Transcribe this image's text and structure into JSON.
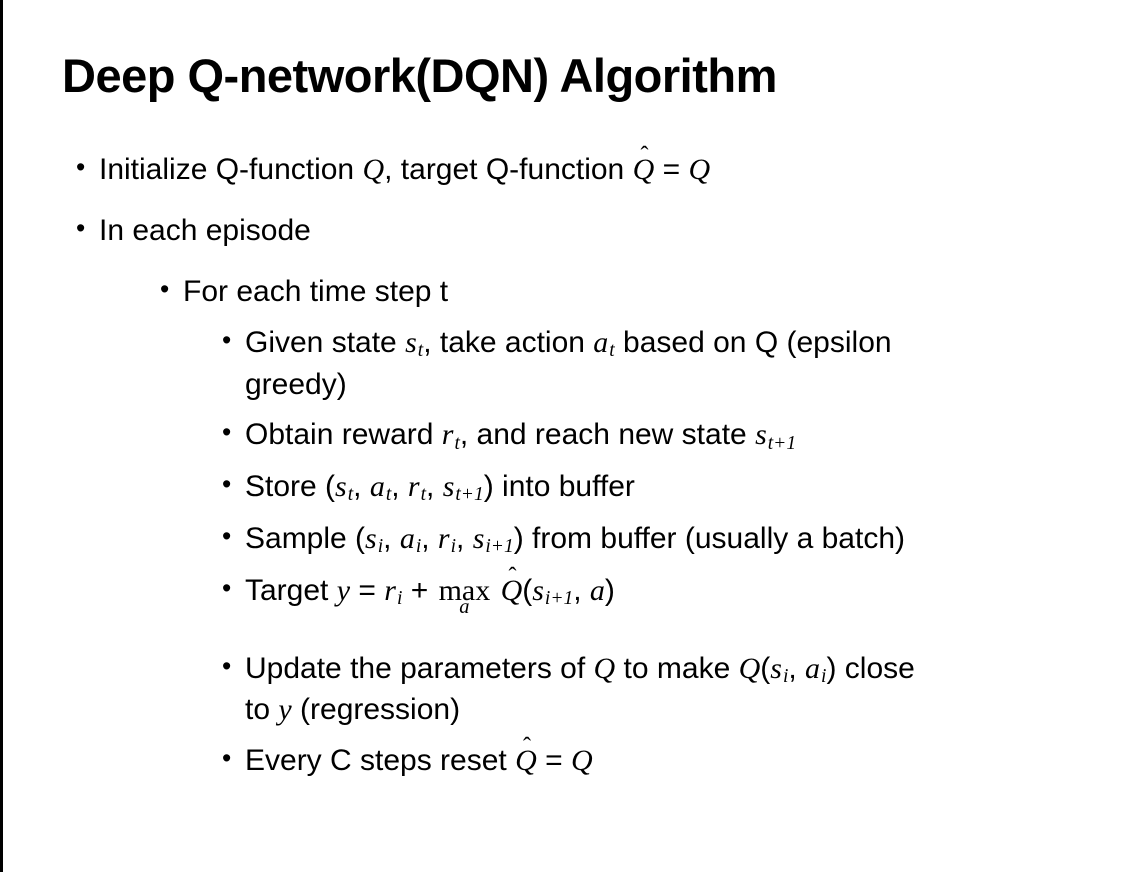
{
  "slide": {
    "title": "Deep Q-network(DQN) Algorithm",
    "bullet_char": "•",
    "colors": {
      "text": "#000000",
      "background": "#ffffff",
      "left_border": "#000000"
    },
    "bullets": [
      {
        "level": 1,
        "segments": [
          {
            "t": "Initialize Q-function "
          },
          {
            "t": "Q",
            "s": "math"
          },
          {
            "t": ", target Q-function "
          },
          {
            "t": "Q",
            "s": "hat",
            "m": "ˆ"
          },
          {
            "t": " = "
          },
          {
            "t": "Q",
            "s": "math"
          }
        ]
      },
      {
        "level": 1,
        "segments": [
          {
            "t": "In each episode"
          }
        ]
      },
      {
        "level": 2,
        "segments": [
          {
            "t": "For each time step t"
          }
        ]
      },
      {
        "level": 3,
        "segments": [
          {
            "t": "Given state "
          },
          {
            "t": "s",
            "s": "math"
          },
          {
            "t": "t",
            "s": "sub"
          },
          {
            "t": ", take action "
          },
          {
            "t": "a",
            "s": "math"
          },
          {
            "t": "t",
            "s": "sub"
          },
          {
            "t": " based on Q (epsilon"
          },
          {
            "br": true
          },
          {
            "t": "greedy)"
          }
        ]
      },
      {
        "level": 3,
        "segments": [
          {
            "t": "Obtain reward "
          },
          {
            "t": "r",
            "s": "math"
          },
          {
            "t": "t",
            "s": "sub"
          },
          {
            "t": ", and reach new state "
          },
          {
            "t": "s",
            "s": "math"
          },
          {
            "t": "t+1",
            "s": "sub"
          }
        ]
      },
      {
        "level": 3,
        "segments": [
          {
            "t": "Store ("
          },
          {
            "t": "s",
            "s": "math"
          },
          {
            "t": "t",
            "s": "sub"
          },
          {
            "t": ", "
          },
          {
            "t": "a",
            "s": "math"
          },
          {
            "t": "t",
            "s": "sub"
          },
          {
            "t": ", "
          },
          {
            "t": "r",
            "s": "math"
          },
          {
            "t": "t",
            "s": "sub"
          },
          {
            "t": ", "
          },
          {
            "t": "s",
            "s": "math"
          },
          {
            "t": "t+1",
            "s": "sub"
          },
          {
            "t": ") into buffer"
          }
        ]
      },
      {
        "level": 3,
        "segments": [
          {
            "t": "Sample ("
          },
          {
            "t": "s",
            "s": "math"
          },
          {
            "t": "i",
            "s": "sub"
          },
          {
            "t": ", "
          },
          {
            "t": "a",
            "s": "math"
          },
          {
            "t": "i",
            "s": "sub"
          },
          {
            "t": ", "
          },
          {
            "t": "r",
            "s": "math"
          },
          {
            "t": "i",
            "s": "sub"
          },
          {
            "t": ", "
          },
          {
            "t": "s",
            "s": "math"
          },
          {
            "t": "i+1",
            "s": "sub"
          },
          {
            "t": ") from buffer (usually a batch)"
          }
        ]
      },
      {
        "level": 3,
        "segments": [
          {
            "t": "Target "
          },
          {
            "t": "y",
            "s": "math"
          },
          {
            "t": " = "
          },
          {
            "t": "r",
            "s": "math"
          },
          {
            "t": "i",
            "s": "sub"
          },
          {
            "t": " + "
          },
          {
            "t": "max",
            "s": "stack",
            "b": "a"
          },
          {
            "t": " "
          },
          {
            "t": "Q",
            "s": "hat",
            "m": "ˆ"
          },
          {
            "t": "("
          },
          {
            "t": "s",
            "s": "math"
          },
          {
            "t": "i+1",
            "s": "sub"
          },
          {
            "t": ", "
          },
          {
            "t": "a",
            "s": "math"
          },
          {
            "t": ")"
          }
        ]
      },
      {
        "level": 3,
        "segments": [
          {
            "t": "Update the parameters of "
          },
          {
            "t": "Q",
            "s": "math"
          },
          {
            "t": " to make "
          },
          {
            "t": "Q",
            "s": "math"
          },
          {
            "t": "("
          },
          {
            "t": "s",
            "s": "math"
          },
          {
            "t": "i",
            "s": "sub"
          },
          {
            "t": ", "
          },
          {
            "t": "a",
            "s": "math"
          },
          {
            "t": "i",
            "s": "sub"
          },
          {
            "t": ") close"
          },
          {
            "br": true
          },
          {
            "t": "to "
          },
          {
            "t": "y",
            "s": "math"
          },
          {
            "t": " (regression)"
          }
        ]
      },
      {
        "level": 3,
        "segments": [
          {
            "t": "Every C steps reset "
          },
          {
            "t": "Q",
            "s": "hat",
            "m": "ˆ"
          },
          {
            "t": " = "
          },
          {
            "t": "Q",
            "s": "math"
          }
        ]
      }
    ]
  }
}
